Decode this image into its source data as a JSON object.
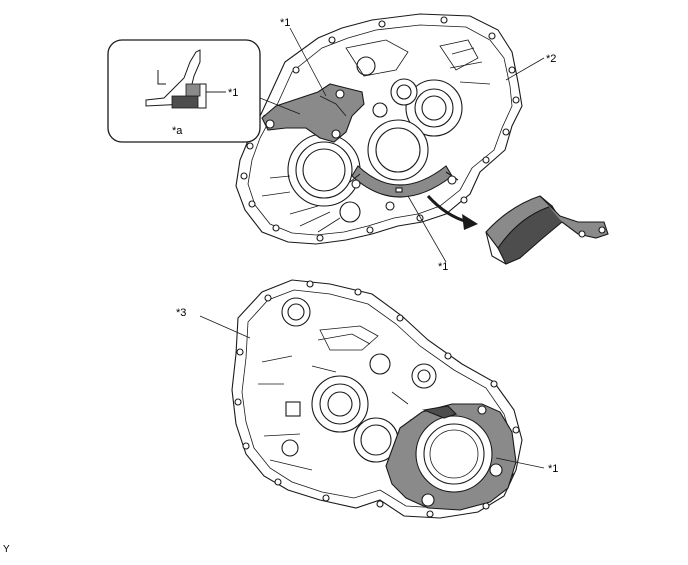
{
  "labels": {
    "top_part_ref": "*1",
    "housing_ref": "*2",
    "inset_part_ref": "*1",
    "inset_detail_ref": "*a",
    "removed_cover_ref": "*1",
    "lower_housing_ref": "*3",
    "lower_part_ref": "*1"
  },
  "figure_code": "Y",
  "colors": {
    "line": "#1a1a1a",
    "highlight_fill": "#8a8a8a",
    "dark_fill": "#4d4d4d",
    "housing_fill": "#ffffff"
  }
}
